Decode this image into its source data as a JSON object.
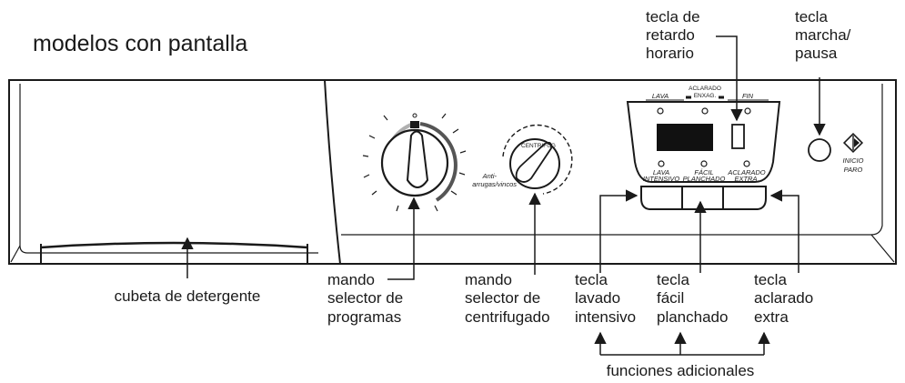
{
  "title": "modelos con pantalla",
  "callouts": {
    "detergent_drawer": "cubeta de detergente",
    "program_selector": [
      "mando",
      "selector de",
      "programas"
    ],
    "spin_selector": [
      "mando",
      "selector de",
      "centrifugado"
    ],
    "intensive_wash_key": [
      "tecla",
      "lavado",
      "intensivo"
    ],
    "easy_iron_key": [
      "tecla",
      "fácil",
      "planchado"
    ],
    "extra_rinse_key": [
      "tecla",
      "aclarado",
      "extra"
    ],
    "delay_key": [
      "tecla de",
      "retardo",
      "horario"
    ],
    "start_pause_key": [
      "tecla",
      "marcha/",
      "pausa"
    ],
    "additional_functions": "funciones adicionales"
  },
  "panel": {
    "spin_dial_label": "CENTRIFUG",
    "spin_dial_side": [
      "Anti-",
      "arrugas/vincos"
    ],
    "phase_lava": "LAVA",
    "phase_rinse": [
      "ACLARADO",
      "ENXAG."
    ],
    "phase_fin": "FIN",
    "opt_intensive": [
      "LAVA",
      "INTENSIVO"
    ],
    "opt_easy_iron": [
      "FÁCIL",
      "PLANCHADO"
    ],
    "opt_extra_rinse": [
      "ACLARADO",
      "EXTRA."
    ],
    "start_label": [
      "INICIO",
      "PARO"
    ]
  }
}
